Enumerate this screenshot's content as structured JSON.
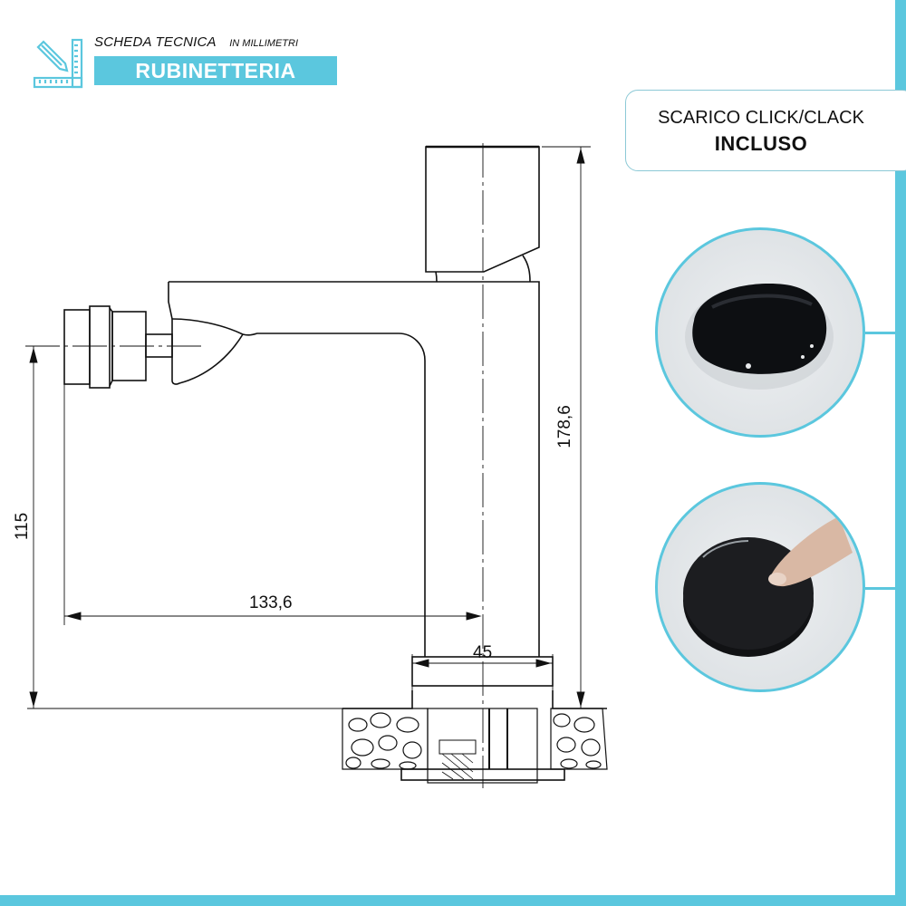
{
  "header": {
    "title": "SCHEDA TECNICA",
    "unit_note": "IN MILLIMETRI",
    "category": "RUBINETTERIA",
    "icon": "ruler-pencil-icon"
  },
  "callout": {
    "line1": "SCARICO CLICK/CLACK",
    "line2": "INCLUSO"
  },
  "photos": [
    {
      "name": "drain-open-photo",
      "description": "black click-clack drain cap with water"
    },
    {
      "name": "drain-press-photo",
      "description": "finger pressing black click-clack drain cap"
    }
  ],
  "dimensions": {
    "total_height": "178,6",
    "spout_height": "115",
    "spout_reach": "133,6",
    "base_diameter": "45"
  },
  "colors": {
    "accent": "#5bc7de",
    "line": "#111111",
    "background": "#ffffff"
  }
}
